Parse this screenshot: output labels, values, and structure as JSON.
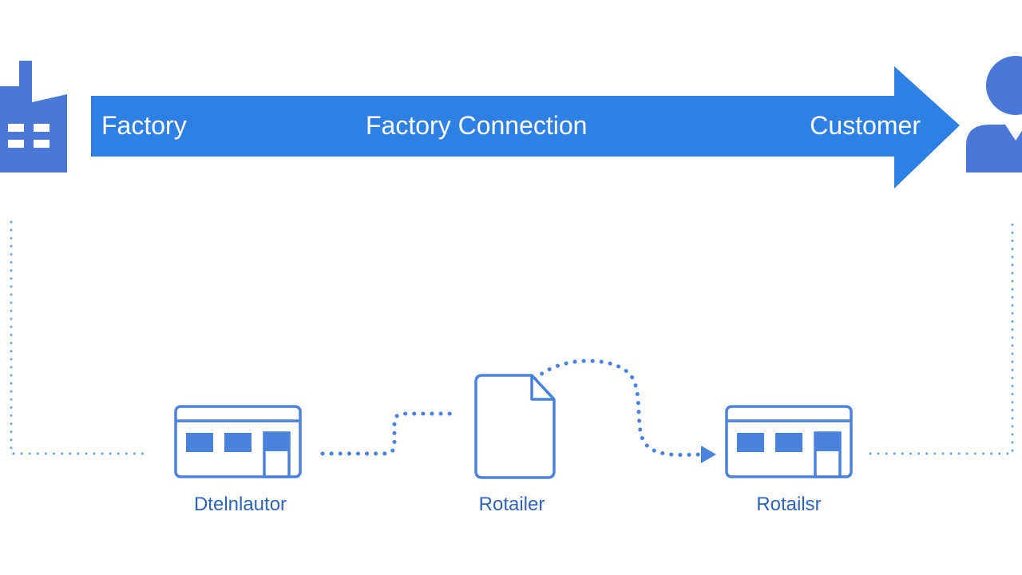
{
  "colors": {
    "primary": "#2f80e4",
    "icon": "#4a77d8",
    "outline": "#4b82dd",
    "dots": "#6fa6ea",
    "label": "#2f63b8",
    "arrow_text": "#ffffff",
    "background": "#ffffff"
  },
  "banner": {
    "left_label": "Factory",
    "center_label": "Factory Connection",
    "right_label": "Customer"
  },
  "icons": {
    "factory": "factory-icon",
    "customer": "person-icon",
    "distributor": "store-icon",
    "document": "document-icon",
    "retailer": "store-icon"
  },
  "nodes": [
    {
      "id": "distributor",
      "label": "Dtelnlautor"
    },
    {
      "id": "document",
      "label": "Rotailer"
    },
    {
      "id": "retailer",
      "label": "Rotailsr"
    }
  ]
}
